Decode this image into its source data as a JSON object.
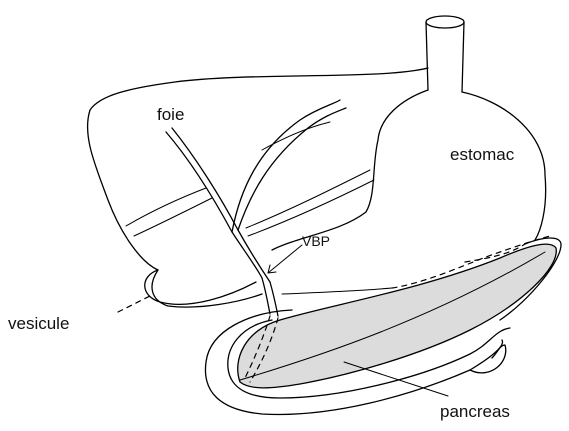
{
  "labels": {
    "foie": "foie",
    "estomac": "estomac",
    "vbp": "VBP",
    "vesicule": "vesicule",
    "pancreas": "pancreas"
  },
  "colors": {
    "ink": "#000000",
    "pancreas_fill": "#dcdcdc",
    "background": "#ffffff"
  }
}
